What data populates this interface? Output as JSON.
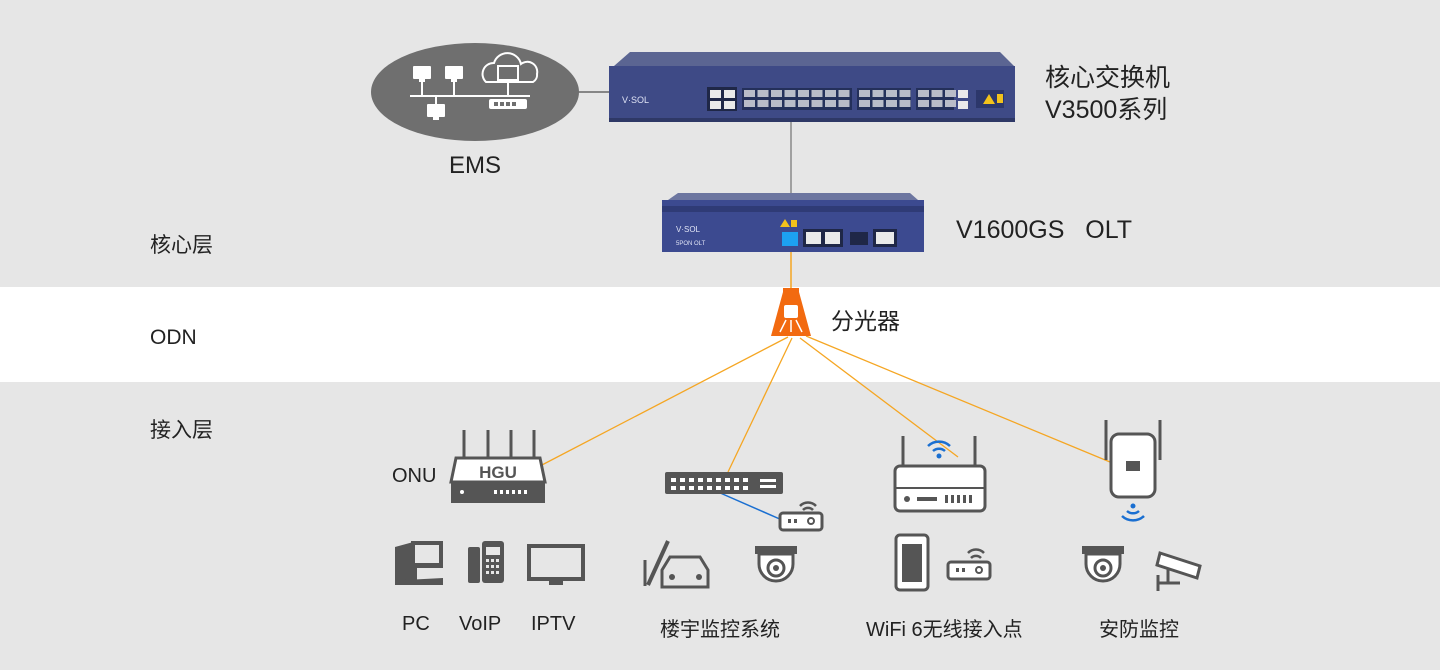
{
  "layers": {
    "core": "核心层",
    "odn": "ODN",
    "access": "接入层"
  },
  "core_switch": {
    "name_line1": "核心交换机",
    "name_line2": "V3500系列",
    "brand": "V·SOL"
  },
  "ems": {
    "label": "EMS"
  },
  "olt": {
    "label": "V1600GS   OLT",
    "brand": "V·SOL",
    "model_text": "5PON OLT"
  },
  "splitter": {
    "label": "分光器"
  },
  "onu": {
    "label": "ONU",
    "box_text": "HGU"
  },
  "endpoints": [
    {
      "group": "pc-voip-iptv",
      "labels": [
        "PC",
        "VoIP",
        "IPTV"
      ]
    },
    {
      "group": "building",
      "label": "楼宇监控系统"
    },
    {
      "group": "wifi",
      "label": "WiFi 6无线接入点"
    },
    {
      "group": "security",
      "label": "安防监控"
    }
  ],
  "colors": {
    "fiber": "#f5a623",
    "splitter": "#f26a10",
    "device_blue": "#3a4a8c",
    "icon_gray": "#555555",
    "wifi_blue": "#1a6fd1",
    "band_gray": "#e6e6e6",
    "band_white": "#ffffff"
  }
}
